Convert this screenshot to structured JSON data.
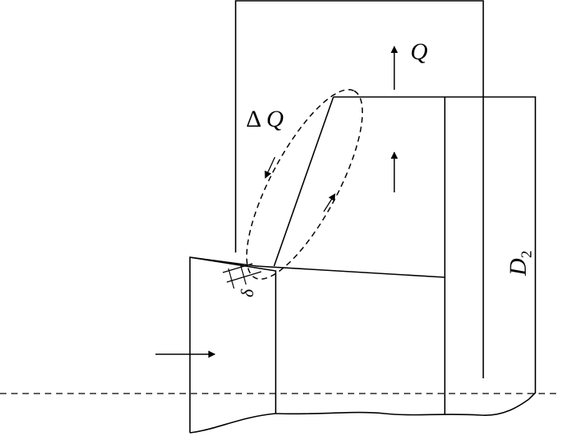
{
  "diagram": {
    "labels": {
      "flow": "Q",
      "leakage_delta": "Δ",
      "leakage_q": "Q",
      "diameter_letter": "D",
      "diameter_sub": "2",
      "clearance": "δ"
    },
    "colors": {
      "stroke": "#000000",
      "background": "#ffffff"
    }
  }
}
